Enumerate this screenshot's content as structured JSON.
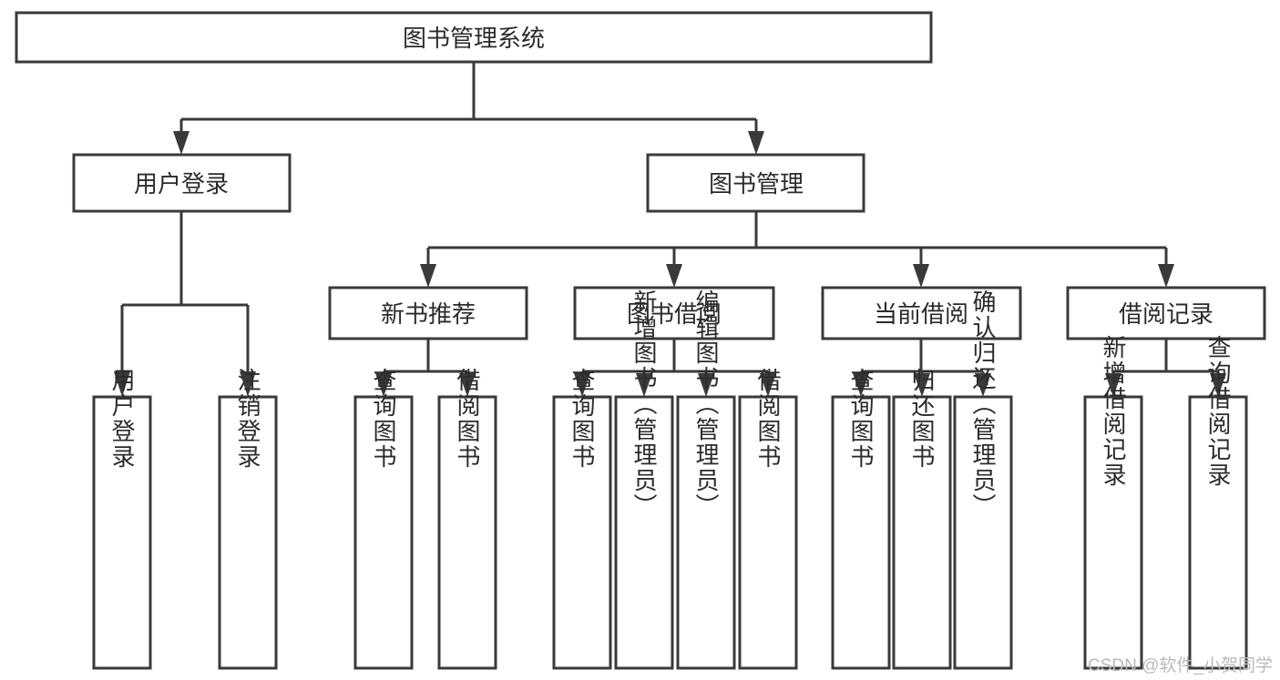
{
  "diagram": {
    "type": "tree",
    "title": "图书管理系统",
    "watermark": "CSDN @软件_小贺同学",
    "colors": {
      "stroke": "#3a3a3a",
      "node_fill": "#ffffff",
      "text": "#2b2b2b",
      "watermark": "#b9b9b9",
      "background": "#ffffff"
    },
    "root": {
      "label": "图书管理系统",
      "orientation": "horizontal"
    },
    "level2": [
      {
        "label": "用户登录",
        "orientation": "horizontal"
      },
      {
        "label": "图书管理",
        "orientation": "horizontal"
      }
    ],
    "level3": [
      {
        "label": "新书推荐",
        "orientation": "horizontal"
      },
      {
        "label": "图书借阅",
        "orientation": "horizontal"
      },
      {
        "label": "当前借阅",
        "orientation": "horizontal"
      },
      {
        "label": "借阅记录",
        "orientation": "horizontal"
      }
    ],
    "leaves": {
      "user_login": [
        {
          "label": "用户登录",
          "orientation": "vertical"
        },
        {
          "label": "注销登录",
          "orientation": "vertical"
        }
      ],
      "new_book_recommend": [
        {
          "label": "查询图书",
          "orientation": "vertical"
        },
        {
          "label": "借阅图书",
          "orientation": "vertical"
        }
      ],
      "book_borrow": [
        {
          "label": "查询图书",
          "orientation": "vertical"
        },
        {
          "label": "新增图书（管理员）",
          "orientation": "vertical"
        },
        {
          "label": "编辑图书（管理员）",
          "orientation": "vertical"
        },
        {
          "label": "借阅图书",
          "orientation": "vertical"
        }
      ],
      "current_borrow": [
        {
          "label": "查询图书",
          "orientation": "vertical"
        },
        {
          "label": "归还图书",
          "orientation": "vertical"
        },
        {
          "label": "确认归还（管理员）",
          "orientation": "vertical"
        }
      ],
      "borrow_record": [
        {
          "label": "新增借阅记录",
          "orientation": "vertical"
        },
        {
          "label": "查询借阅记录",
          "orientation": "vertical"
        }
      ]
    }
  }
}
